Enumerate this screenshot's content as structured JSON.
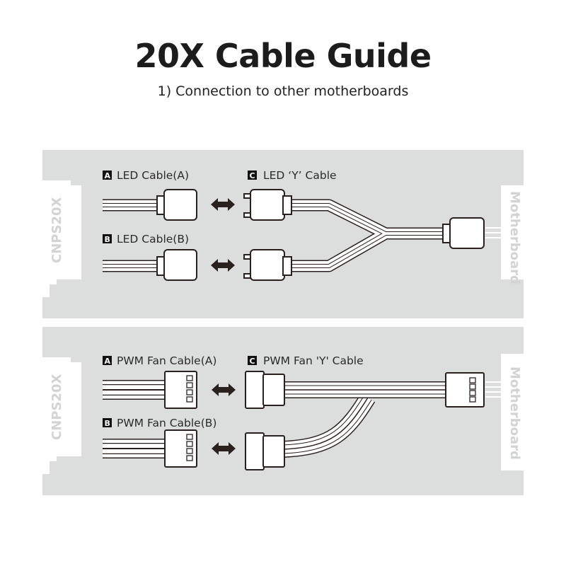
{
  "title": "20X Cable Guide",
  "subtitle": "1) Connection to other motherboards",
  "colors": {
    "panel": "#dcdedd",
    "ink": "#2a201e",
    "white": "#ffffff",
    "side_text": "#d2d4d3"
  },
  "side_labels": {
    "cooler": "CNPS20X",
    "board": "Motherboard"
  },
  "led_panel": {
    "a": {
      "badge": "A",
      "label": "LED Cable(A)"
    },
    "b": {
      "badge": "B",
      "label": "LED Cable(B)"
    },
    "c": {
      "badge": "C",
      "label": "LED ‘Y’ Cable"
    }
  },
  "pwm_panel": {
    "a": {
      "badge": "A",
      "label": "PWM Fan Cable(A)"
    },
    "b": {
      "badge": "B",
      "label": "PWM Fan Cable(B)"
    },
    "c": {
      "badge": "C",
      "label": "PWM Fan 'Y' Cable"
    }
  }
}
